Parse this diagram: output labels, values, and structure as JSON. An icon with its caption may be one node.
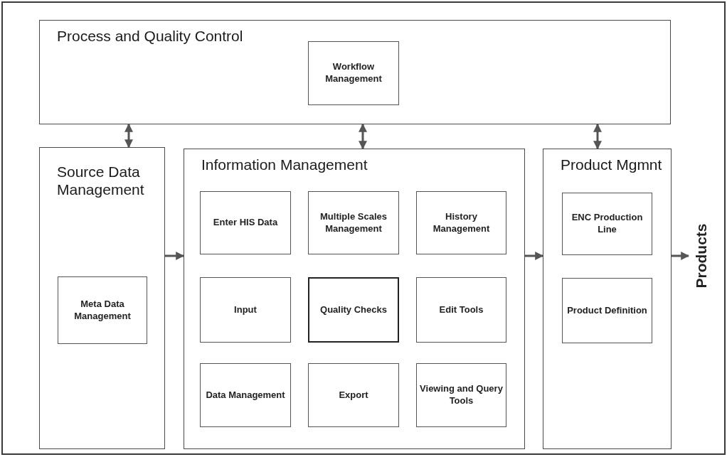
{
  "diagram": {
    "nodes": [
      {
        "text": [
          "Process and Quality Control"
        ]
      },
      {
        "text": [
          "Workflow Management"
        ],
        "in": 0
      },
      {
        "text": [
          "Source Data Management"
        ]
      },
      {
        "text": [
          "Meta Data Management"
        ],
        "in": 2
      },
      {
        "text": [
          "Information Management"
        ]
      },
      {
        "text": [
          "Enter HIS Data"
        ],
        "in": 4
      },
      {
        "text": [
          "Multiple Scales Management"
        ],
        "in": 4
      },
      {
        "text": [
          "History Management"
        ],
        "in": 4
      },
      {
        "text": [
          "Input"
        ],
        "in": 4
      },
      {
        "text": [
          "Quality Checks"
        ],
        "in": 4
      },
      {
        "text": [
          "Edit  Tools"
        ],
        "in": 4
      },
      {
        "text": [
          "Data Management"
        ],
        "in": 4
      },
      {
        "text": [
          "Export"
        ],
        "in": 4
      },
      {
        "text": [
          "Viewing and Query Tools"
        ],
        "in": 4
      },
      {
        "text": [
          "Product Mgmnt"
        ]
      },
      {
        "text": [
          "ENC Production Line"
        ],
        "in": 14
      },
      {
        "text": [
          "Product Definition"
        ],
        "in": 14
      },
      {
        "text": [
          "Products"
        ]
      }
    ],
    "edges": [
      {
        "from": 0,
        "to": 2,
        "arrow": "both"
      },
      {
        "from": 0,
        "to": 4,
        "arrow": "both"
      },
      {
        "from": 0,
        "to": 14,
        "arrow": "both"
      },
      {
        "from": 2,
        "to": 4,
        "arrow": "to"
      },
      {
        "from": 4,
        "to": 14,
        "arrow": "to"
      },
      {
        "from": 14,
        "to": 17,
        "arrow": "to"
      }
    ]
  }
}
